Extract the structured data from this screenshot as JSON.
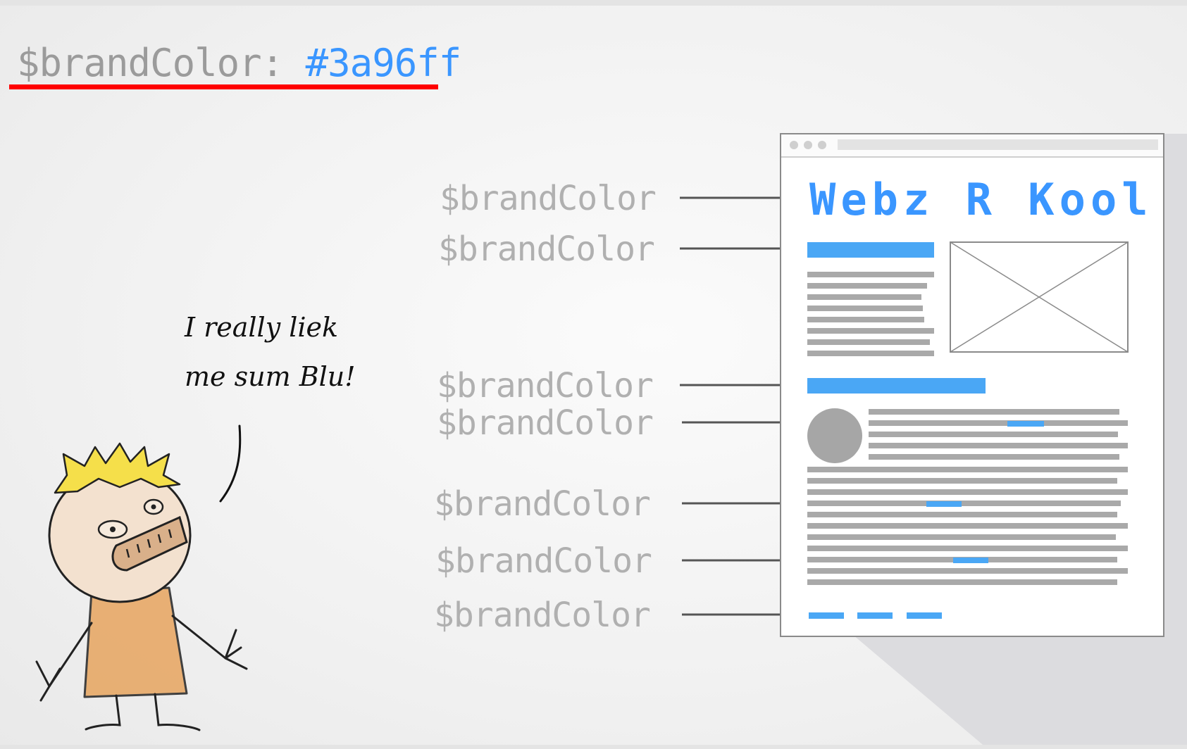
{
  "declaration": {
    "name": "$brandColor:",
    "value": "#3a96ff"
  },
  "colors": {
    "brand": "#3a96ff",
    "highlight": "#ff0000",
    "label": "#b0b0b0",
    "placeholder": "#a9a9a9"
  },
  "site": {
    "title": "Webz R Kool"
  },
  "callouts": [
    {
      "label": "$brandColor",
      "target": "site-title"
    },
    {
      "label": "$brandColor",
      "target": "section-heading-1"
    },
    {
      "label": "$brandColor",
      "target": "section-heading-2"
    },
    {
      "label": "$brandColor",
      "target": "inline-link-1"
    },
    {
      "label": "$brandColor",
      "target": "inline-link-2"
    },
    {
      "label": "$brandColor",
      "target": "inline-link-3"
    },
    {
      "label": "$brandColor",
      "target": "pagination"
    }
  ],
  "character": {
    "speech_line_1": "I really liek",
    "speech_line_2": "me sum Blu!"
  }
}
